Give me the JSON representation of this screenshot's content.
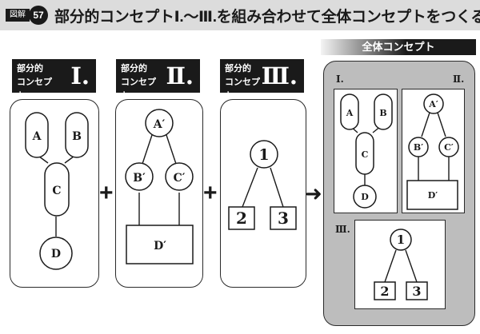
{
  "header": {
    "figure_label": "図解",
    "figure_number": "57",
    "title": "部分的コンセプトⅠ.〜Ⅲ.を組み合わせて全体コンセプトをつくる"
  },
  "partial_label": {
    "line1": "部分的",
    "line2": "コンセプト"
  },
  "parts": [
    {
      "roman": "Ⅰ.",
      "nodes": {
        "a": "A",
        "b": "B",
        "c": "C",
        "d": "D"
      }
    },
    {
      "roman": "Ⅱ.",
      "nodes": {
        "a": "A′",
        "b": "B′",
        "c": "C′",
        "d": "D′"
      }
    },
    {
      "roman": "Ⅲ.",
      "nodes": {
        "one": "1",
        "two": "2",
        "three": "3"
      }
    }
  ],
  "operators": {
    "plus": "+",
    "arrow": "➜"
  },
  "whole": {
    "label": "全体コンセプト",
    "inner": [
      {
        "roman": "Ⅰ."
      },
      {
        "roman": "Ⅱ."
      },
      {
        "roman": "Ⅲ."
      }
    ]
  }
}
